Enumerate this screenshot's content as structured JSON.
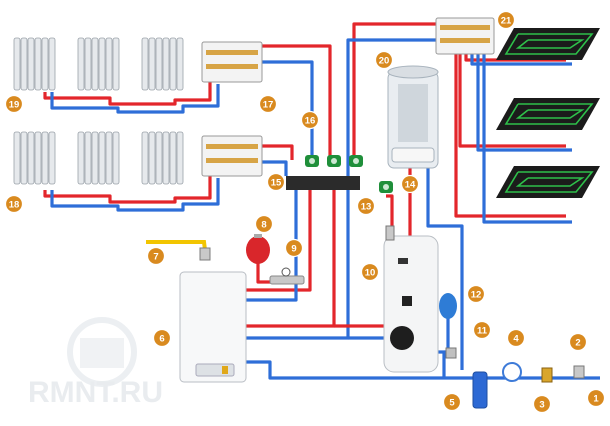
{
  "watermark": "RMNT.RU",
  "colors": {
    "supply": "#e3262b",
    "return": "#2e6ed8",
    "gas": "#f2c500",
    "marker": "#d98a1f",
    "floor_loop": "#2ec04a",
    "floor_mat": "#1b1b1b",
    "radiator": "#e6e9ec",
    "pump": "#1f8f3a"
  },
  "markers": [
    {
      "number": "1"
    },
    {
      "number": "2"
    },
    {
      "number": "3"
    },
    {
      "number": "4"
    },
    {
      "number": "5"
    },
    {
      "number": "6"
    },
    {
      "number": "7"
    },
    {
      "number": "8"
    },
    {
      "number": "9"
    },
    {
      "number": "10"
    },
    {
      "number": "11"
    },
    {
      "number": "12"
    },
    {
      "number": "13"
    },
    {
      "number": "14"
    },
    {
      "number": "15"
    },
    {
      "number": "16"
    },
    {
      "number": "17"
    },
    {
      "number": "18"
    },
    {
      "number": "19"
    },
    {
      "number": "20"
    },
    {
      "number": "21"
    }
  ],
  "icons": {
    "boiler": "gas-boiler-icon",
    "tank": "water-heater-tank-icon",
    "expansion": "expansion-vessel-icon",
    "shower": "shower-cabin-icon",
    "radiator": "radiator-icon",
    "manifold": "manifold-icon",
    "floor": "underfloor-heating-loop-icon",
    "pump": "circulation-pump-icon",
    "filter": "water-filter-icon",
    "meter": "water-meter-icon"
  }
}
